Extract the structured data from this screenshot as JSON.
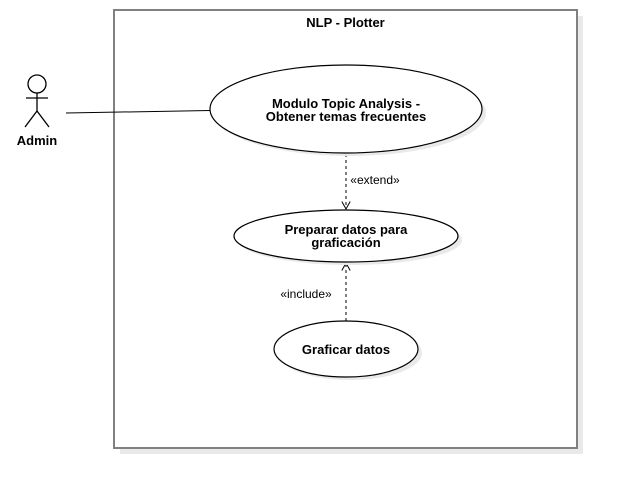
{
  "diagram": {
    "system_title": "NLP - Plotter",
    "actor": {
      "name": "Admin"
    },
    "use_cases": [
      {
        "line1": "Modulo Topic Analysis -",
        "line2": "Obtener temas frecuentes"
      },
      {
        "line1": "Preparar datos para",
        "line2": "graficación"
      },
      {
        "line1": "Graficar datos",
        "line2": ""
      }
    ],
    "relations": {
      "extend_label": "«extend»",
      "include_label": "«include»"
    }
  },
  "colors": {
    "boundary_stroke": "#808080",
    "shadow": "#e6e6e6",
    "stroke": "#000000",
    "fill": "#ffffff"
  }
}
